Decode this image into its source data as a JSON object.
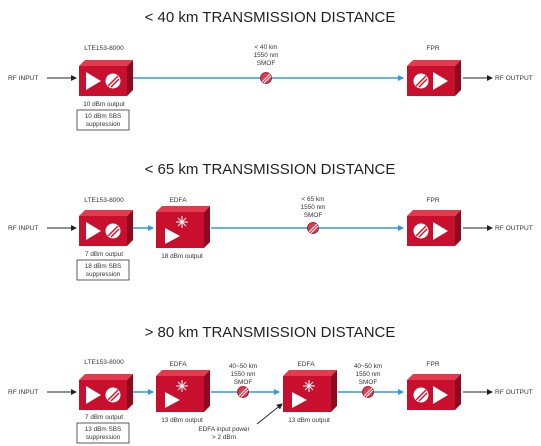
{
  "colors": {
    "box_front": "#c8102e",
    "box_top": "#e23a4e",
    "box_side": "#8c0b1e",
    "fiber": "#2b9be0",
    "rf_wire": "#222222"
  },
  "icons": {
    "amplifier": "triangle-icon",
    "filter": "hatched-circle-icon",
    "splice": "fiber-spool-icon",
    "edfa": "edfa-star-icon"
  },
  "sections": [
    {
      "title": "< 40 km TRANSMISSION DISTANCE",
      "rf_input": "RF INPUT",
      "rf_output": "RF OUTPUT",
      "transmitter": {
        "label": "LTE153-8000",
        "output": "10 dBm output",
        "sbs": [
          "10 dBm SBS",
          "suppression"
        ]
      },
      "fiber": [
        "< 40 km",
        "1550 nm",
        "SMOF"
      ],
      "receiver": {
        "label": "FPR"
      }
    },
    {
      "title": "< 65 km TRANSMISSION DISTANCE",
      "rf_input": "RF INPUT",
      "rf_output": "RF OUTPUT",
      "transmitter": {
        "label": "LTE153-8000",
        "output": "7 dBm output",
        "sbs": [
          "18 dBm SBS",
          "suppression"
        ]
      },
      "edfa1": {
        "label": "EDFA",
        "output": "18 dBm output"
      },
      "fiber": [
        "< 65 km",
        "1550 nm",
        "SMOF"
      ],
      "receiver": {
        "label": "FPR"
      }
    },
    {
      "title": "> 80 km TRANSMISSION DISTANCE",
      "rf_input": "RF INPUT",
      "rf_output": "RF OUTPUT",
      "transmitter": {
        "label": "LTE153-8000",
        "output": "7 dBm output",
        "sbs": [
          "13 dBm SBS",
          "suppression"
        ]
      },
      "edfa1": {
        "label": "EDFA",
        "output": "13 dBm output"
      },
      "fiber1": [
        "40~50 km",
        "1550 nm",
        "SMOF"
      ],
      "edfa2": {
        "label": "EDFA",
        "output": "13 dBm output"
      },
      "fiber2": [
        "40~50 km",
        "1550 nm",
        "SMOF"
      ],
      "edfa_note": [
        "EDFA input power",
        "> 2 dBm"
      ],
      "receiver": {
        "label": "FPR"
      }
    }
  ]
}
